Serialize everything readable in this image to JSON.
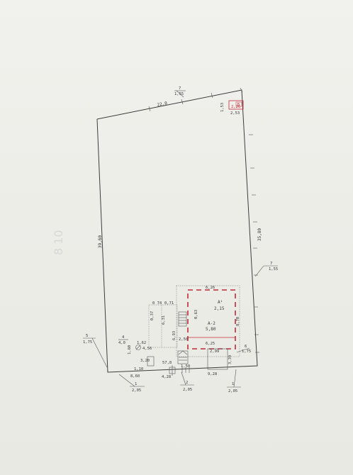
{
  "colors": {
    "paper": "#eeeeea",
    "ink": "#3d3d3d",
    "building": "#c22a3a"
  },
  "plot": {
    "side_top": "22,0",
    "side_left": "39,60",
    "side_right": "35,80",
    "corner_box_top": "Б",
    "corner_box_bottom": "2,26",
    "corner_left": "1,53",
    "corner_under": "2,53"
  },
  "pegs": [
    {
      "top": "7",
      "bottom": "1,55"
    },
    {
      "top": "7",
      "bottom": "1,55"
    },
    {
      "top": "5",
      "bottom": "1,75"
    },
    {
      "top": "4",
      "bottom": "4,0"
    },
    {
      "top": "1",
      "bottom": "2,05"
    },
    {
      "top": "2",
      "bottom": "2,05"
    },
    {
      "top": "1",
      "bottom": "2,05"
    },
    {
      "top": "6",
      "bottom": "1,75"
    }
  ],
  "building": {
    "roof_label_letter": "А¹",
    "roof_label_value": "2,15",
    "main_label_letter": "А-2",
    "main_label_value": "5,80",
    "width_top": "6,26",
    "depth_right": "8,70",
    "inner_dim": "6,25",
    "inner_small": "0,63",
    "porch_width": "2,99",
    "porch_depth": "3,39"
  },
  "dims": {
    "d0_74": "0 74",
    "d0_71": "0,71",
    "d0_37": "0,37",
    "d6_31": "6,31",
    "d6_93": "6,93",
    "d1_62": "1,62",
    "d1_60": "1,60",
    "d4_56": "4,56",
    "d3_20": "3,20",
    "d1_10": "1,10",
    "d57_8": "57,8",
    "d8_60": "8,60",
    "d4_28": "4,28",
    "d2_50": "2,50",
    "d1_50": "1,50",
    "d9_28": "9,28"
  },
  "watermark": "8 10"
}
